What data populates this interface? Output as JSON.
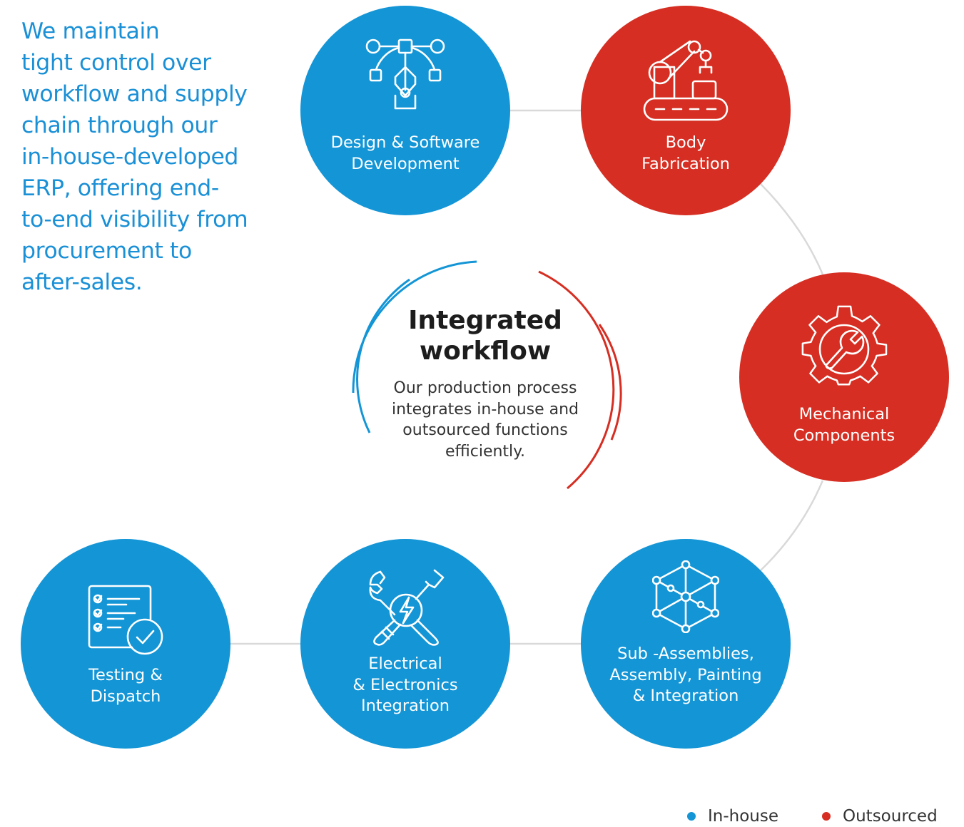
{
  "intro": "We maintain\ntight control over\nworkflow and supply\nchain through our\nin-house-developed\nERP, offering end-\nto-end visibility from\nprocurement to\nafter-sales.",
  "center": {
    "title": "Integrated\nworkflow",
    "description": "Our production process\nintegrates in-house and\noutsourced functions\nefficiently."
  },
  "colors": {
    "inhouse": "#1395d6",
    "outsourced": "#d62e22",
    "connector": "#d9d9d9",
    "intro_text": "#1a90d6"
  },
  "steps": [
    {
      "label": "Design & Software\nDevelopment",
      "type": "In-house",
      "icon": "pen-tool-icon"
    },
    {
      "label": "Body\nFabrication",
      "type": "Outsourced",
      "icon": "robotic-arm-icon"
    },
    {
      "label": "Mechanical\nComponents",
      "type": "Outsourced",
      "icon": "gear-wrench-icon"
    },
    {
      "label": "Sub -Assemblies,\nAssembly, Painting\n& Integration",
      "type": "In-house",
      "icon": "network-cube-icon"
    },
    {
      "label": "Electrical\n& Electronics\nIntegration",
      "type": "In-house",
      "icon": "tools-lightning-icon"
    },
    {
      "label": "Testing &\nDispatch",
      "type": "In-house",
      "icon": "checklist-icon"
    }
  ],
  "legend": [
    {
      "label": "In-house",
      "color": "#1395d6"
    },
    {
      "label": "Outsourced",
      "color": "#d62e22"
    }
  ]
}
